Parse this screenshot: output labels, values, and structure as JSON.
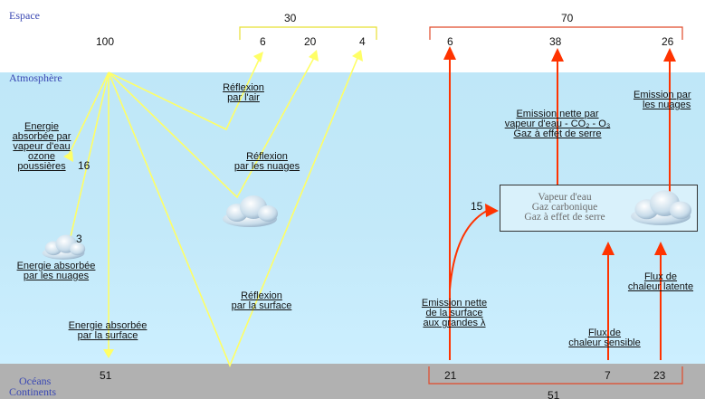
{
  "zones": {
    "space": "Espace",
    "atmosphere": "Atmosphère",
    "ground_line1": "Océans",
    "ground_line2": "Continents"
  },
  "left": {
    "incoming": "100",
    "absorbed_by_atmosphere": "51"
  },
  "reflected": {
    "total": "30",
    "air": "6",
    "clouds": "20",
    "surface": "4"
  },
  "emitted": {
    "total": "70",
    "surface_direct": "6",
    "gases": "38",
    "clouds": "26"
  },
  "surface_fluxes": {
    "longwave": "21",
    "sensible": "7",
    "latent": "23",
    "total": "51",
    "to_gases": "15"
  },
  "absorption_values": {
    "gases": "16",
    "clouds": "3"
  },
  "labels": {
    "reflexion_air": [
      "Réflexion",
      "par l'air"
    ],
    "reflexion_nuages": [
      "Réflexion",
      "par les nuages"
    ],
    "reflexion_surface": [
      "Réflexion",
      "par la surface"
    ],
    "energie_vapeur": [
      "Energie",
      "absorbée par",
      "vapeur d'eau",
      "ozone",
      "poussières"
    ],
    "energie_nuages": [
      "Energie absorbée",
      "par les nuages"
    ],
    "energie_surface": [
      "Energie absorbée",
      "par la surface"
    ],
    "emission_gaz": [
      "Emission nette par",
      "vapeur d'eau - CO₂ - O₃",
      "Gaz à effet de serre"
    ],
    "emission_nuages": [
      "Emission par",
      "les nuages"
    ],
    "emission_surface": [
      "Emission nette",
      "de la surface",
      "aux grandes λ"
    ],
    "flux_latente": [
      "Flux de",
      "chaleur latente"
    ],
    "flux_sensible": [
      "Flux de",
      "chaleur sensible"
    ]
  },
  "gas_box": [
    "Vapeur d'eau",
    "Gaz carbonique",
    "Gaz à effet de serre"
  ],
  "colors": {
    "solar": "#ffff66",
    "terrestrial": "#ff3300",
    "space_bg": "#ffffff",
    "atmosphere_bg": "#c3e9f9",
    "ground_bg": "#b1b1b1",
    "zone_label": "#3a48b3"
  }
}
